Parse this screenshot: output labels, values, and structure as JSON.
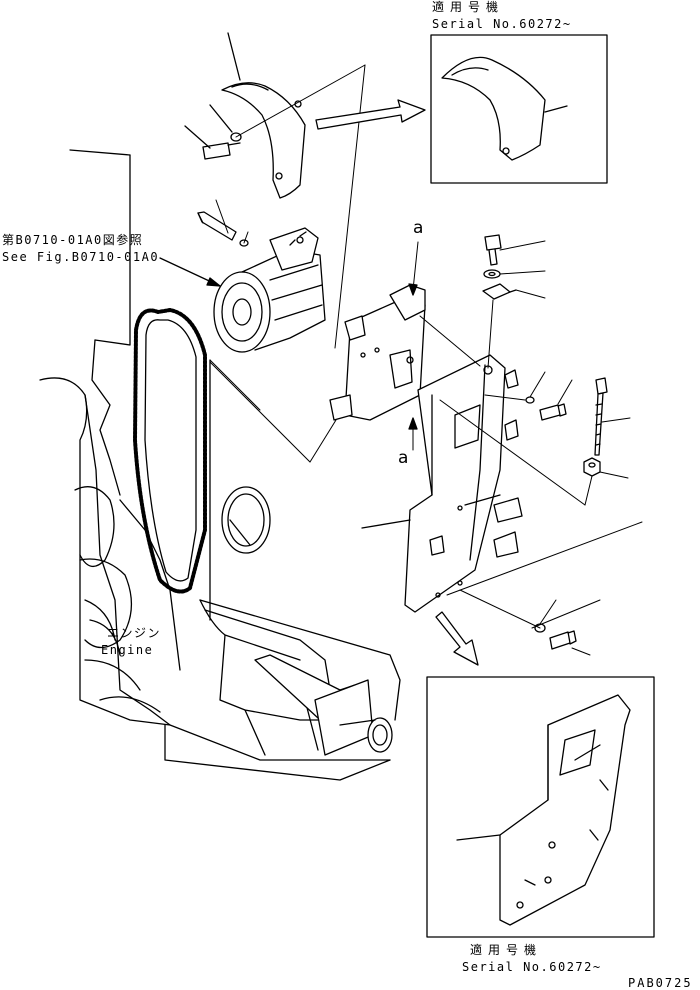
{
  "inset_top": {
    "applicable_jp": "適用号機",
    "serial": "Serial No.60272~"
  },
  "inset_bottom": {
    "applicable_jp": "適用号機",
    "serial": "Serial No.60272~"
  },
  "reference": {
    "jp": "第B0710-01A0図参照",
    "en": "See Fig.B0710-01A0"
  },
  "engine": {
    "jp": "エンジン",
    "en": "Engine"
  },
  "markers": {
    "a1": "a",
    "a2": "a"
  },
  "drawing_code": "PAB0725"
}
